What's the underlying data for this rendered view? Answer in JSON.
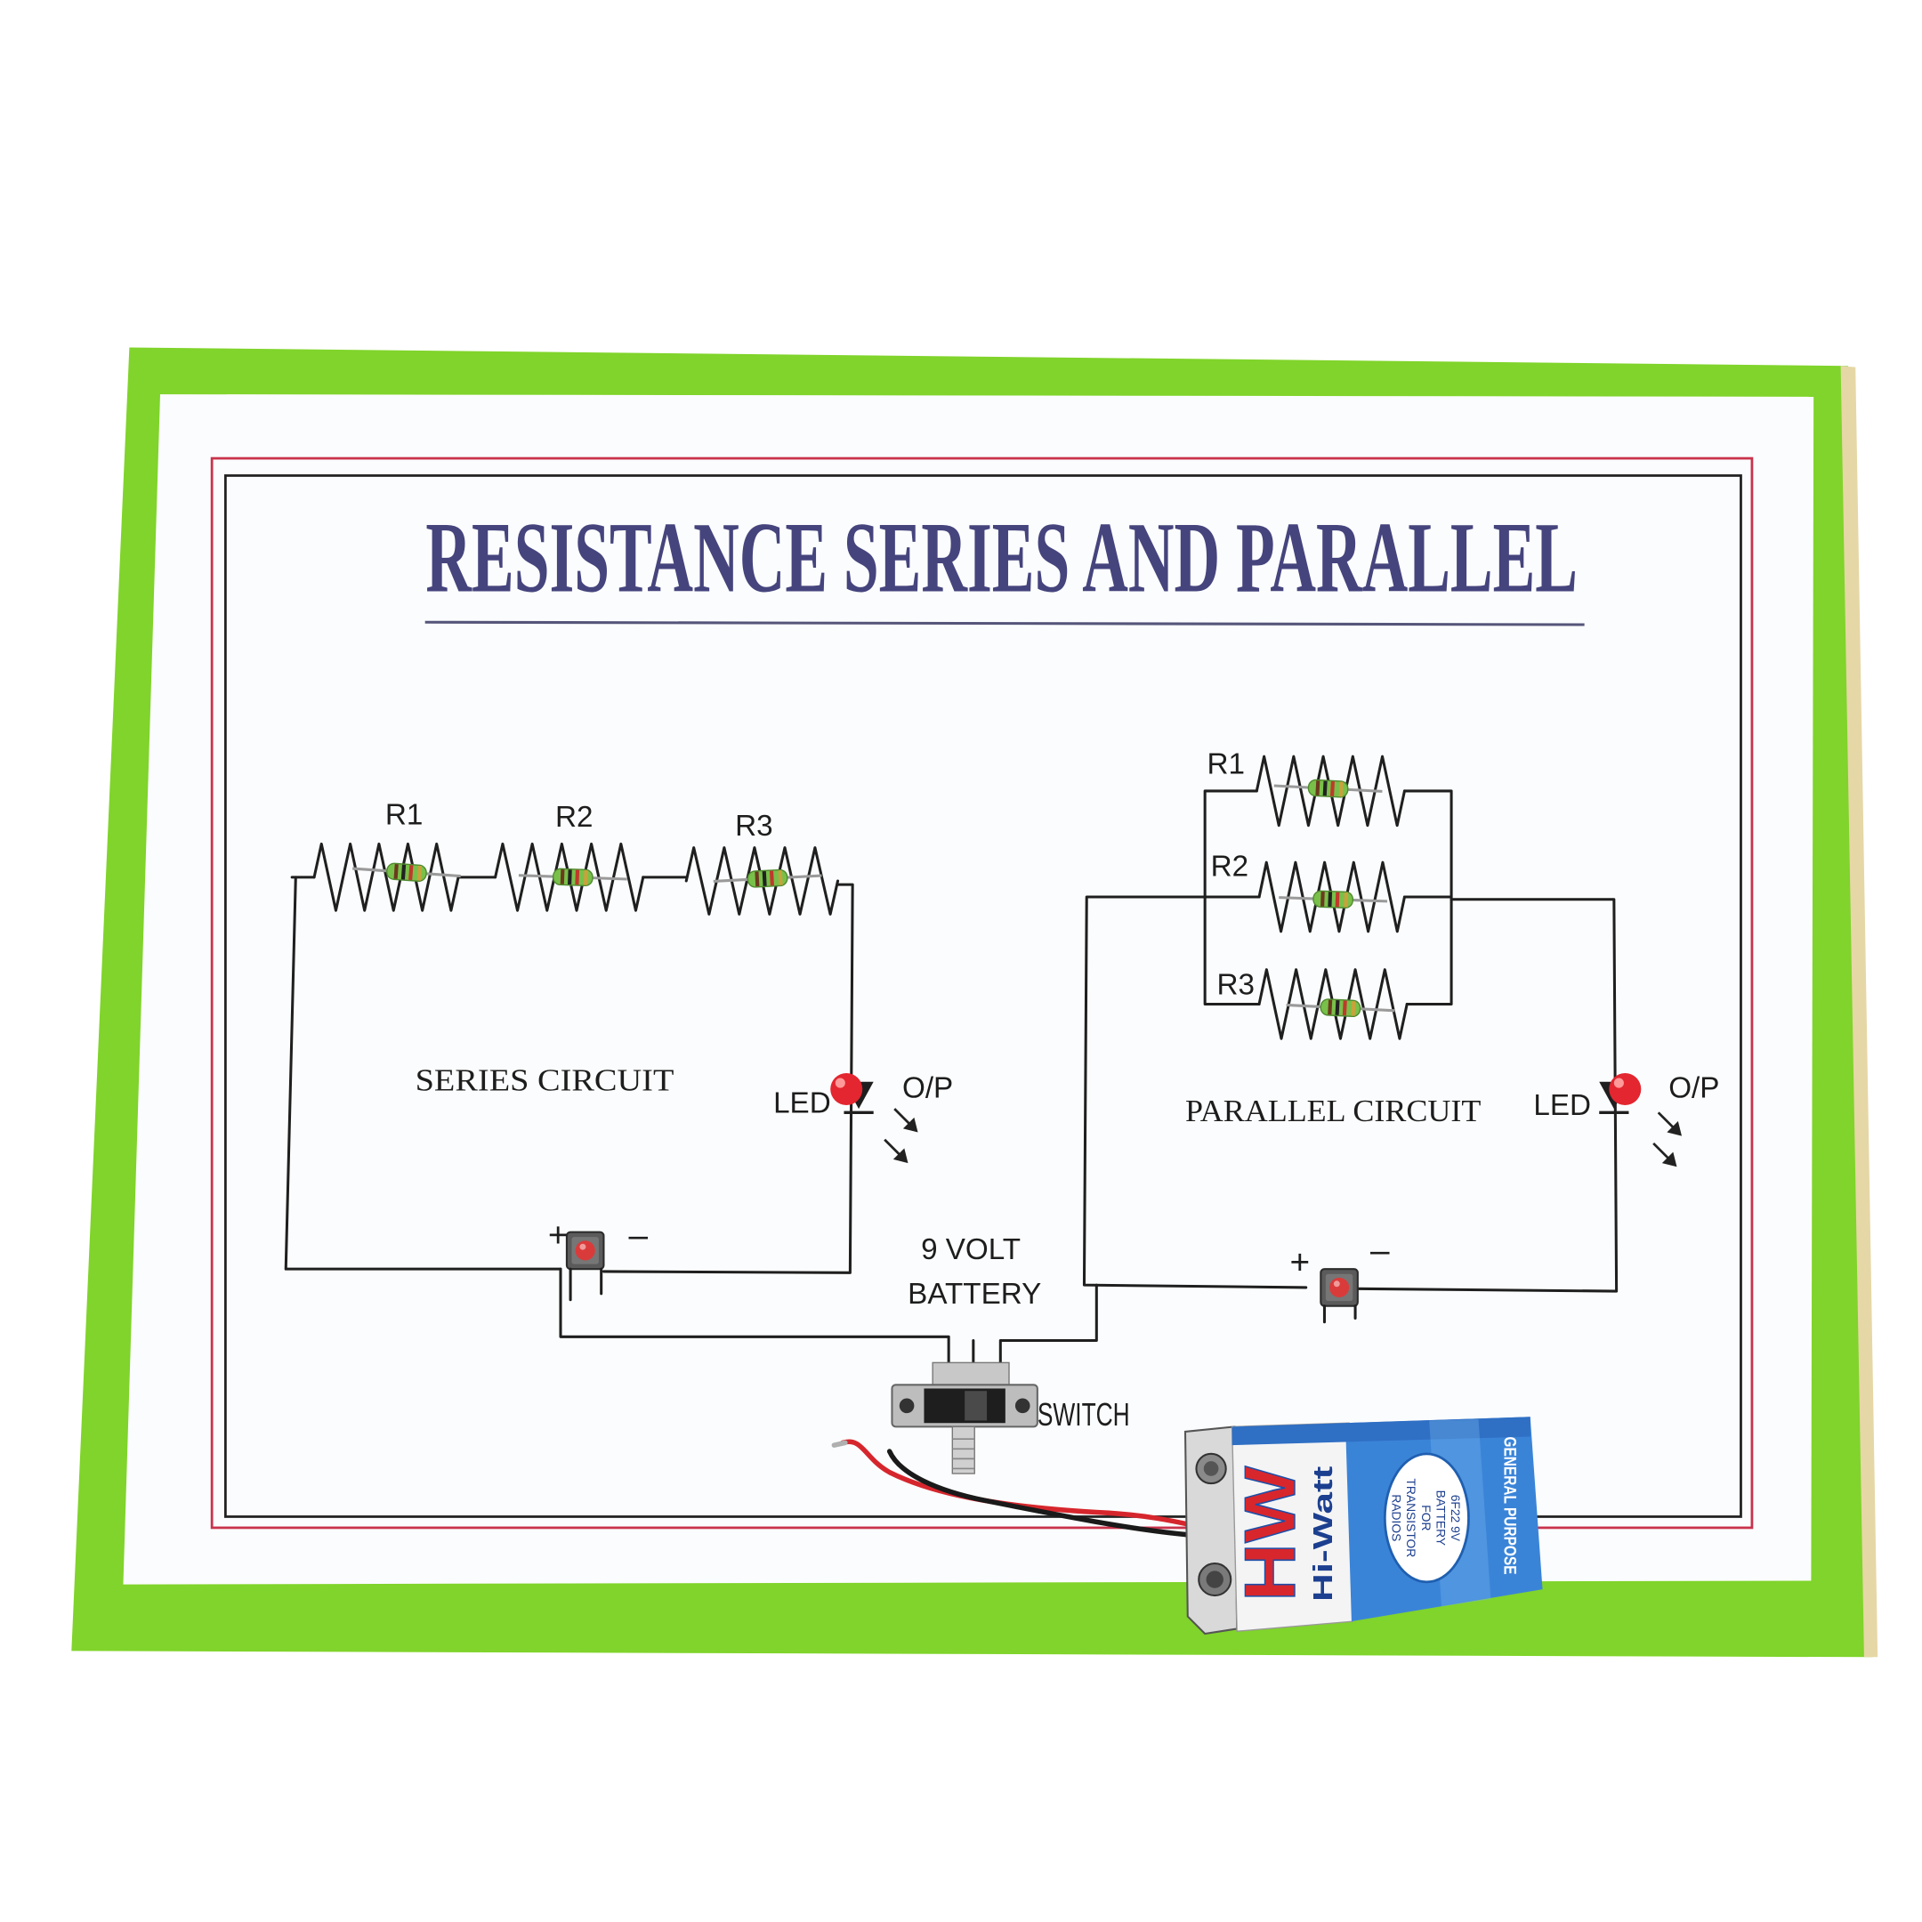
{
  "title": "RESISTANCE SERIES AND PARALLEL",
  "series": {
    "label": "SERIES CIRCUIT",
    "resistors": [
      "R1",
      "R2",
      "R3"
    ],
    "led": "LED",
    "output": "O/P",
    "plus": "+",
    "minus": "–"
  },
  "parallel": {
    "label": "PARALLEL CIRCUIT",
    "resistors": [
      "R1",
      "R2",
      "R3"
    ],
    "led": "LED",
    "output": "O/P",
    "plus": "+",
    "minus": "–"
  },
  "power": {
    "battery_line1": "9 VOLT",
    "battery_line2": "BATTERY",
    "switch_label": "SWITCH"
  },
  "battery": {
    "logo": "HW",
    "brand": "Hi-Watt",
    "type": "GENERAL PURPOSE",
    "label_lines": [
      "6F22 9V",
      "BATTERY",
      "FOR",
      "TRANSISTOR",
      "RADIOS"
    ]
  },
  "colors": {
    "board_green": "#80d42b",
    "title_ink": "#45447d",
    "border_red": "#c9334c",
    "led_red": "#e3262f",
    "battery_blue": "#3a84d8",
    "logo_red": "#d8262d"
  }
}
